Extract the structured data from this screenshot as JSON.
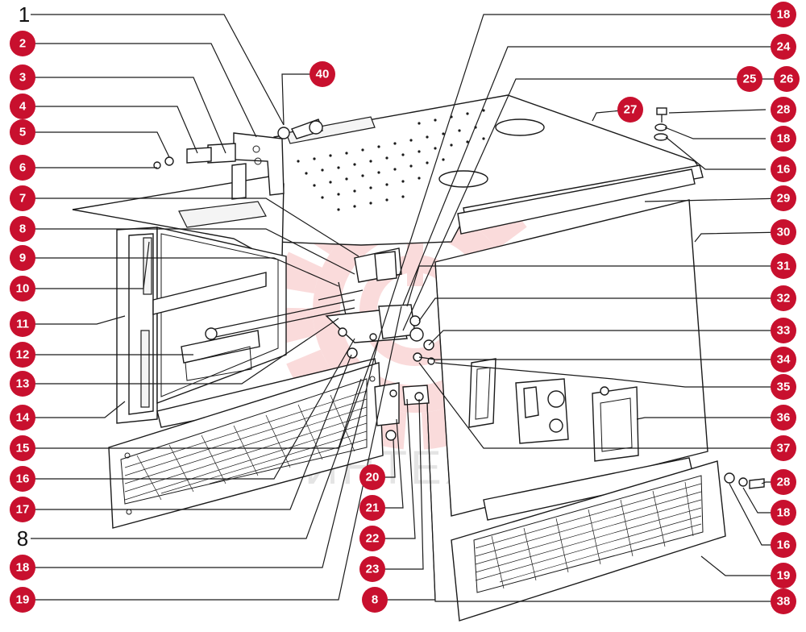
{
  "callouts": {
    "left": [
      "2",
      "3",
      "4",
      "5",
      "6",
      "7",
      "8",
      "9",
      "10",
      "11",
      "12",
      "13",
      "14",
      "15",
      "16",
      "17",
      "18",
      "19"
    ],
    "left_plain": [
      "1",
      "8"
    ],
    "bottom_center": [
      "20",
      "21",
      "22",
      "23",
      "8"
    ],
    "top": [
      "40",
      "27",
      "25"
    ],
    "right": [
      "18",
      "24",
      "26",
      "28",
      "18",
      "16",
      "29",
      "30",
      "31",
      "32",
      "33",
      "34",
      "35",
      "36",
      "37",
      "28",
      "18",
      "16",
      "19",
      "38"
    ]
  },
  "watermark": {
    "text": "ИНТЕХ",
    "color": "#f5b3b3"
  },
  "colors": {
    "badge": "#c8102e",
    "line": "#1a1a1a"
  }
}
